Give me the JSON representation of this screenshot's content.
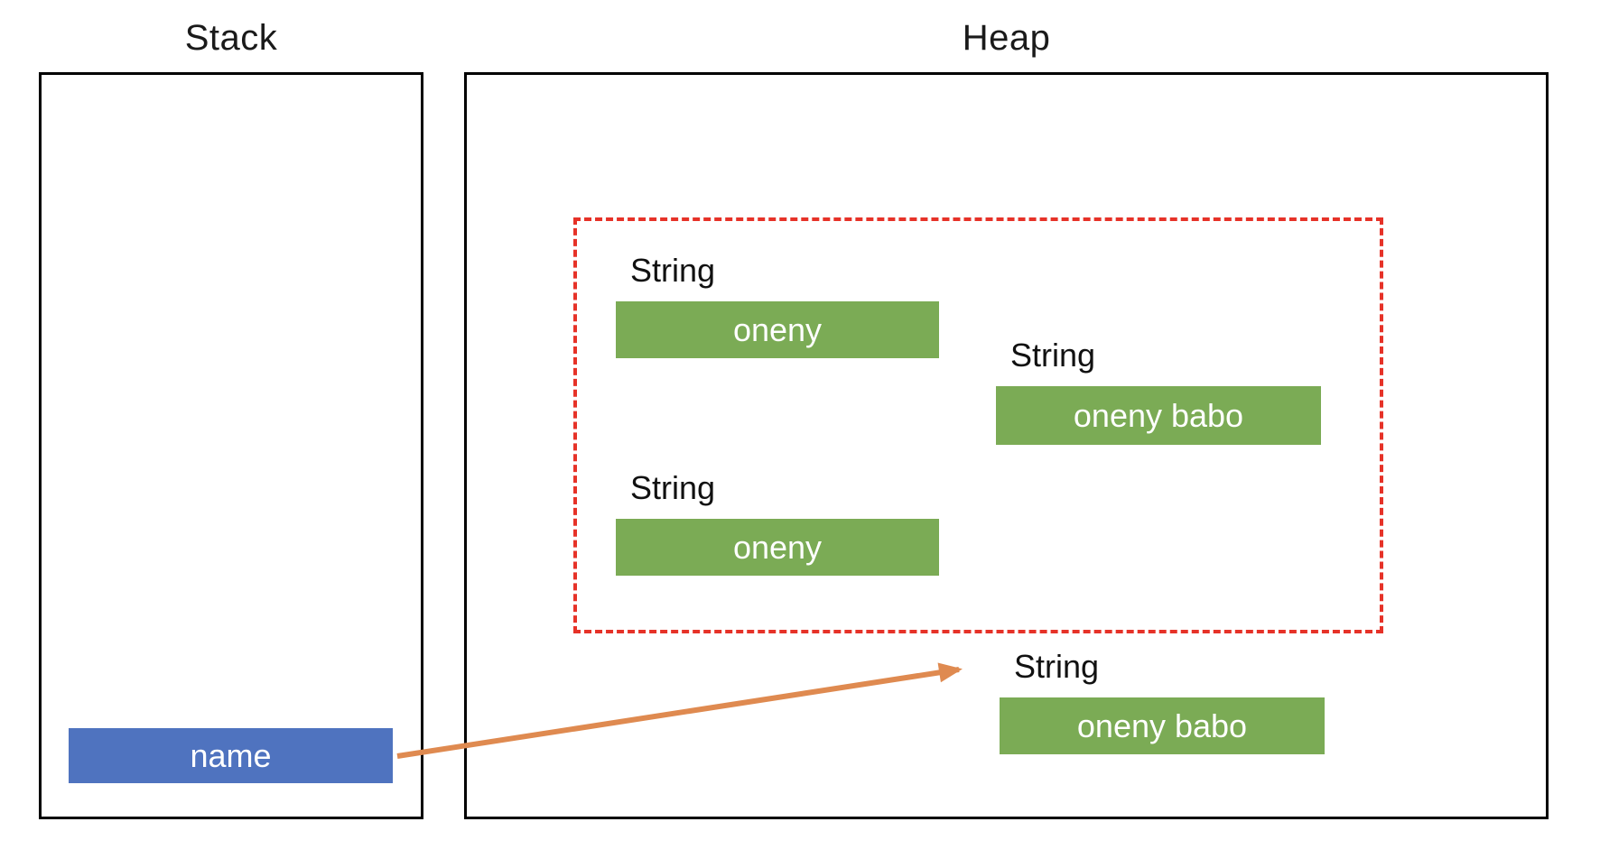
{
  "stack": {
    "title": "Stack",
    "variable_label": "name"
  },
  "heap": {
    "title": "Heap",
    "objects": [
      {
        "type_label": "String",
        "value": "oneny"
      },
      {
        "type_label": "String",
        "value": "oneny babo"
      },
      {
        "type_label": "String",
        "value": "oneny"
      },
      {
        "type_label": "String",
        "value": "oneny babo"
      }
    ]
  },
  "colors": {
    "string_object_fill": "#7bab55",
    "stack_variable_fill": "#4f73bf",
    "string_pool_border": "#e63228",
    "reference_arrow": "#df8a50",
    "region_border": "#000000"
  }
}
